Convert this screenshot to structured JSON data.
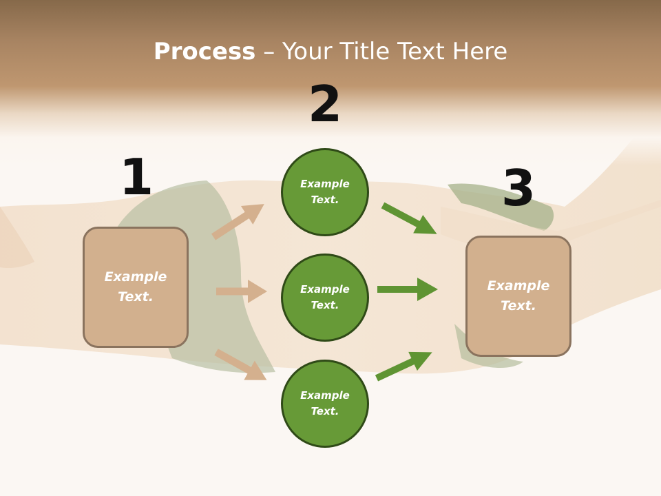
{
  "title": {
    "bold": "Process",
    "rest": " – Your Title Text Here"
  },
  "steps": [
    {
      "number": "1",
      "text": "Example\nText."
    },
    {
      "number": "2",
      "items": [
        {
          "text": "Example\nText."
        },
        {
          "text": "Example\nText."
        },
        {
          "text": "Example\nText."
        }
      ]
    },
    {
      "number": "3",
      "text": "Example\nText."
    }
  ],
  "colors": {
    "box_fill": "#d2b08e",
    "box_border": "#8a735e",
    "circle_fill": "#679a37",
    "circle_border": "#2f4a17",
    "arrow_tan": "#d4b08e",
    "arrow_green": "#5f9433"
  }
}
